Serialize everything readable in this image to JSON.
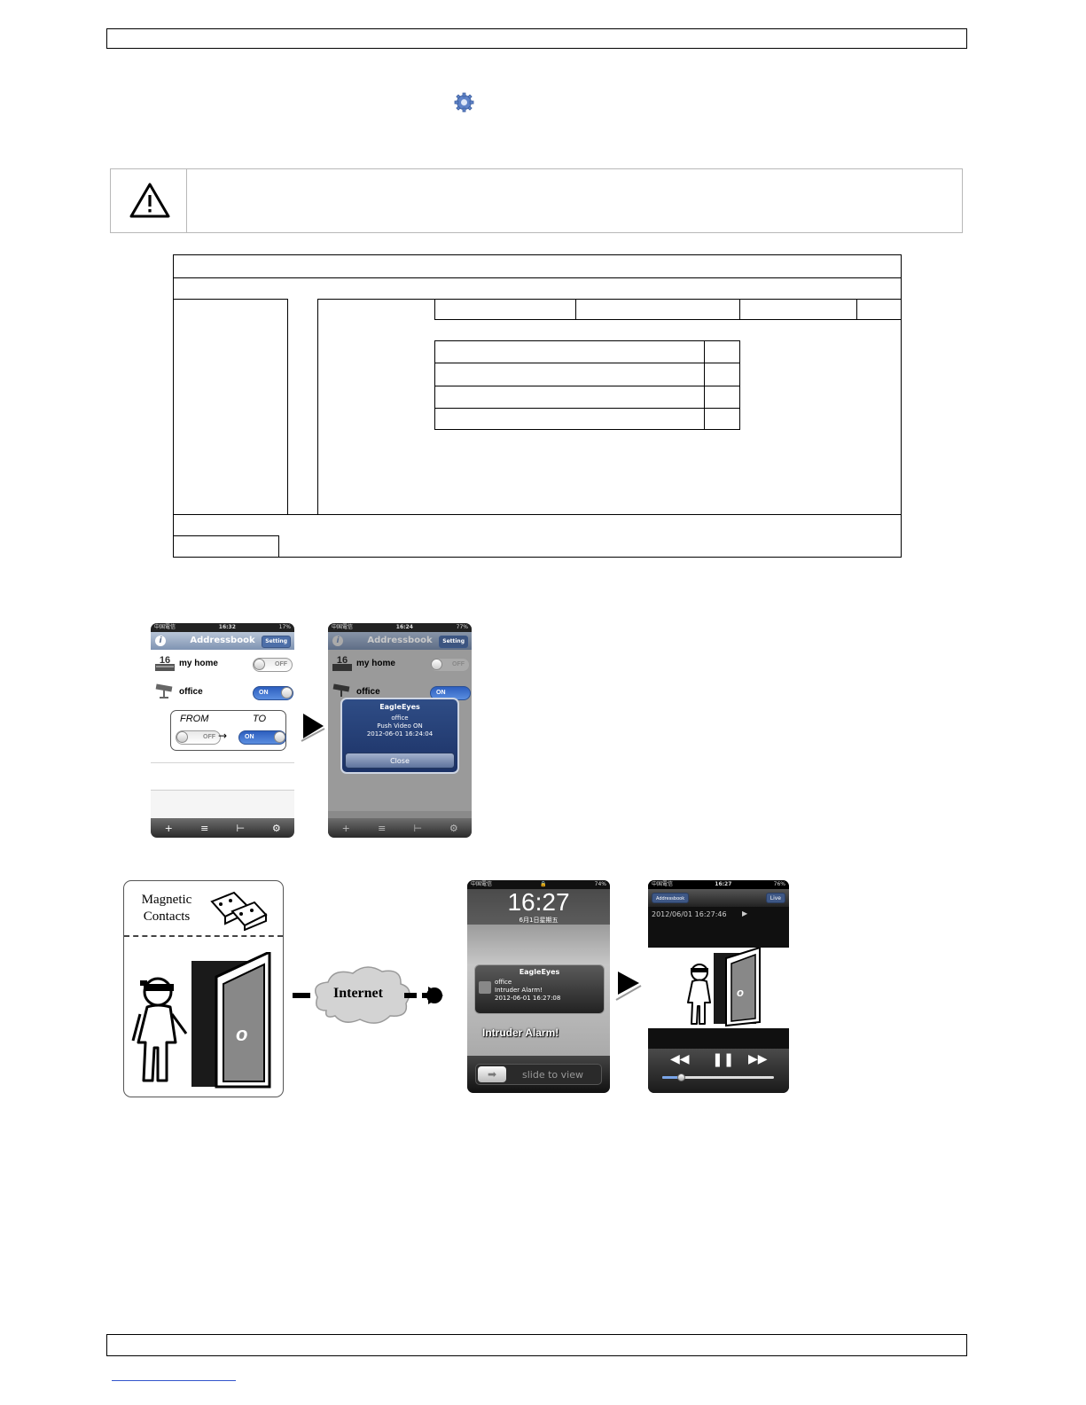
{
  "header_box": {
    "text": ""
  },
  "footer_box": {
    "text": ""
  },
  "icons": {
    "gear": "gear-icon",
    "warning": "warning-triangle-icon"
  },
  "phone1": {
    "status": {
      "carrier": "中国電信",
      "time": "16:32",
      "battery": "17%"
    },
    "nav": {
      "title": "Addressbook",
      "right_button": "Setting",
      "left_icon": "info-icon"
    },
    "rows": [
      {
        "label": "my home",
        "channel": "16",
        "toggle": "OFF"
      },
      {
        "label": "office",
        "toggle": "ON"
      }
    ],
    "callout": {
      "from": "FROM",
      "to": "TO",
      "from_state": "OFF",
      "to_state": "ON"
    },
    "toolbar": [
      "+",
      "≡",
      "⊢",
      "⚙"
    ]
  },
  "phone2": {
    "status": {
      "carrier": "中国電信",
      "time": "16:24",
      "battery": "77%"
    },
    "nav": {
      "title": "Addressbook",
      "right_button": "Setting"
    },
    "rows": [
      {
        "label": "my home",
        "channel": "16",
        "toggle": "OFF"
      },
      {
        "label": "office",
        "toggle": "ON"
      }
    ],
    "alert": {
      "title": "EagleEyes",
      "line1": "office",
      "line2": "Push Video ON",
      "line3": "2012-06-01 16:24:04",
      "button": "Close"
    },
    "toolbar": [
      "+",
      "≡",
      "⊢",
      "⚙"
    ]
  },
  "diagram": {
    "magnetic_label_1": "Magnetic",
    "magnetic_label_2": "Contacts",
    "cloud_label": "Internet"
  },
  "phone3": {
    "status": {
      "carrier": "中国電信",
      "battery": "74%"
    },
    "time": "16:27",
    "date": "6月1日星期五",
    "notification": {
      "title": "EagleEyes",
      "line1": "office",
      "line2": "Intruder Alarm!",
      "line3": "2012-06-01 16:27:08"
    },
    "banner_text": "Intruder Alarm!",
    "slider_text": "slide to view"
  },
  "phone4": {
    "status": {
      "carrier": "中国電信",
      "time": "16:27",
      "battery": "76%"
    },
    "back_button": "Addressbook",
    "live_button": "Live",
    "timestamp": "2012/06/01 16:27:46",
    "playback_progress": 0.17
  }
}
